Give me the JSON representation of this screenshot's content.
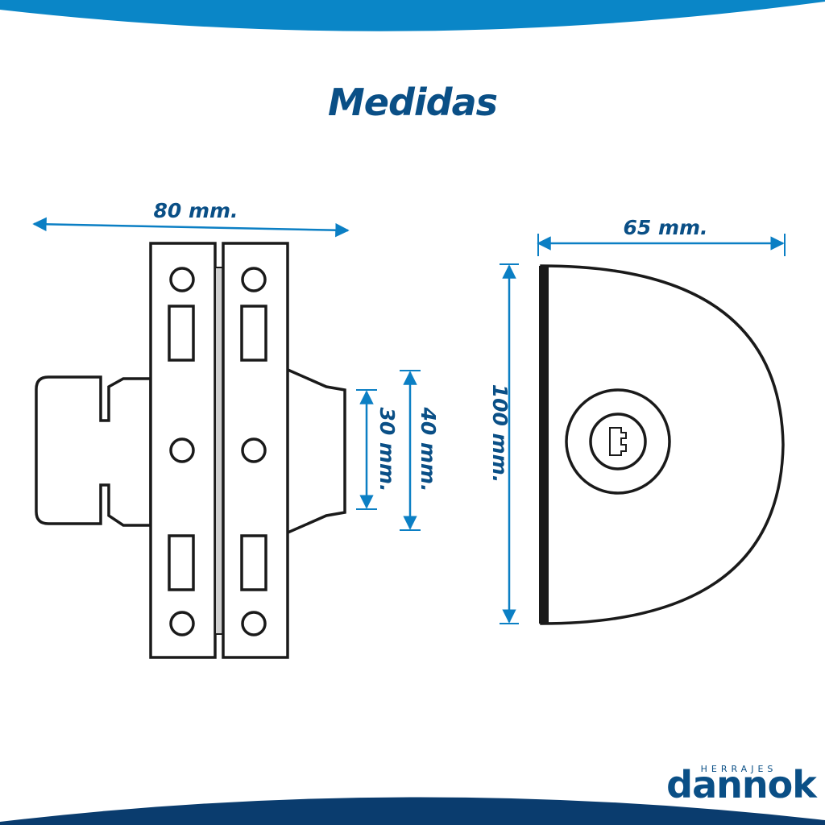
{
  "title": "Medidas",
  "dimensions": {
    "width_front": "80 mm.",
    "width_side": "65 mm.",
    "height_side": "100 mm.",
    "knob_inner": "30 mm.",
    "knob_outer": "40 mm."
  },
  "brand": {
    "tagline": "HERRAJES",
    "name": "dannok"
  },
  "colors": {
    "accent": "#0b7fc4",
    "navy": "#0a4f86",
    "outline": "#1a1a1a"
  }
}
